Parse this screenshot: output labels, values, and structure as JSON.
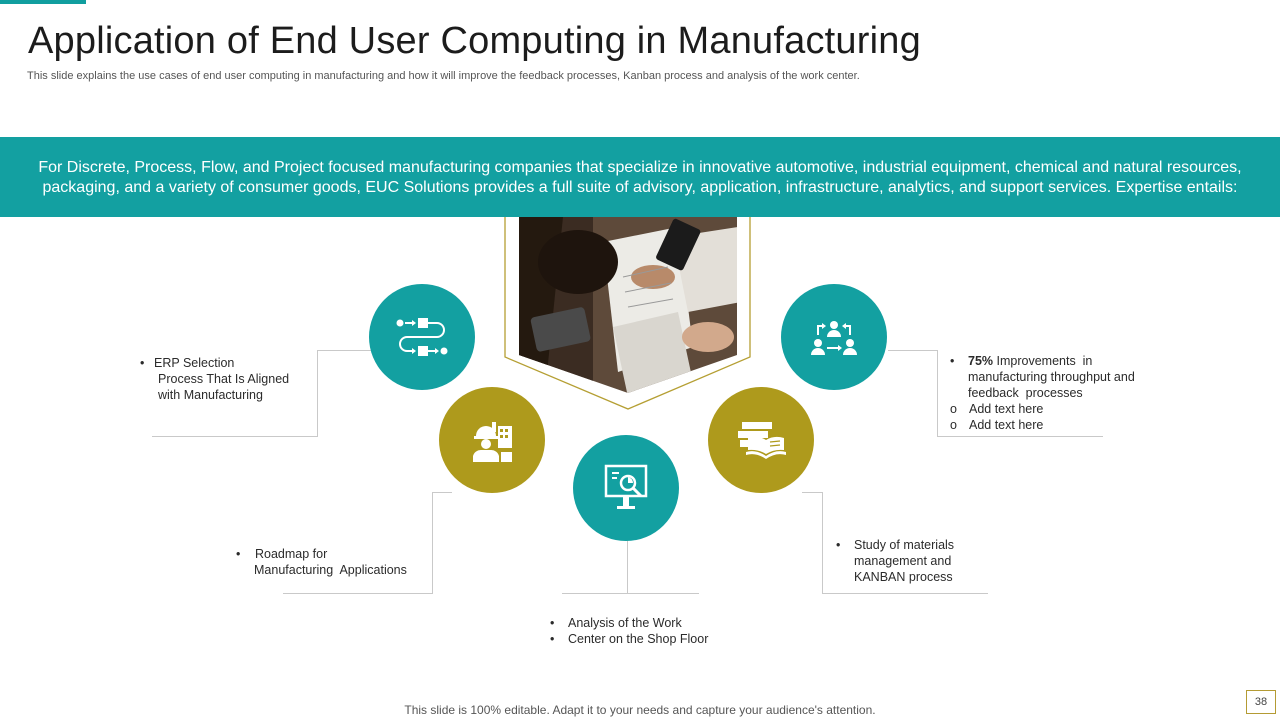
{
  "header": {
    "title": "Application of End User Computing in Manufacturing",
    "subtitle": "This slide explains the use cases of end user computing in manufacturing and how it will improve the feedback processes, Kanban process and analysis of the work center."
  },
  "banner": {
    "line1": "For Discrete, Process, Flow, and Project focused manufacturing companies that specialize in innovative automotive, industrial equipment, chemical and natural resources,",
    "line2": "packaging, and a variety of consumer goods, EUC Solutions provides a full suite of advisory, application, infrastructure, analytics, and support services. Expertise entails:"
  },
  "colors": {
    "teal": "#13a0a1",
    "olive": "#ae9a1c",
    "connector": "#c9c9c9"
  },
  "icons": [
    "process-flow-icon",
    "factory-worker-icon",
    "presentation-analysis-icon",
    "books-icon",
    "people-exchange-icon"
  ],
  "items": {
    "erp": {
      "bullet": "•",
      "line1": "ERP Selection",
      "line2": "Process That Is Aligned",
      "line3": "with Manufacturing"
    },
    "roadmap": {
      "bullet": "•",
      "line1": "Roadmap for",
      "line2": "Manufacturing  Applications"
    },
    "analysis": {
      "bullet": "•",
      "line1": "Analysis of the Work",
      "line2": "Center on the Shop Floor"
    },
    "kanban": {
      "bullet": "•",
      "line1": "Study of materials",
      "line2": "management and",
      "line3": "KANBAN process"
    },
    "improvements": {
      "bullet": "•",
      "highlight": "75%",
      "line1_rest": " Improvements  in",
      "line2": "manufacturing throughput and",
      "line3": "feedback  processes",
      "sub_bullet": "o",
      "sub1": "Add text here",
      "sub2": "Add text here"
    }
  },
  "footer": {
    "text": "This slide is 100% editable. Adapt it to your needs and capture your audience's attention.",
    "page": "38"
  }
}
